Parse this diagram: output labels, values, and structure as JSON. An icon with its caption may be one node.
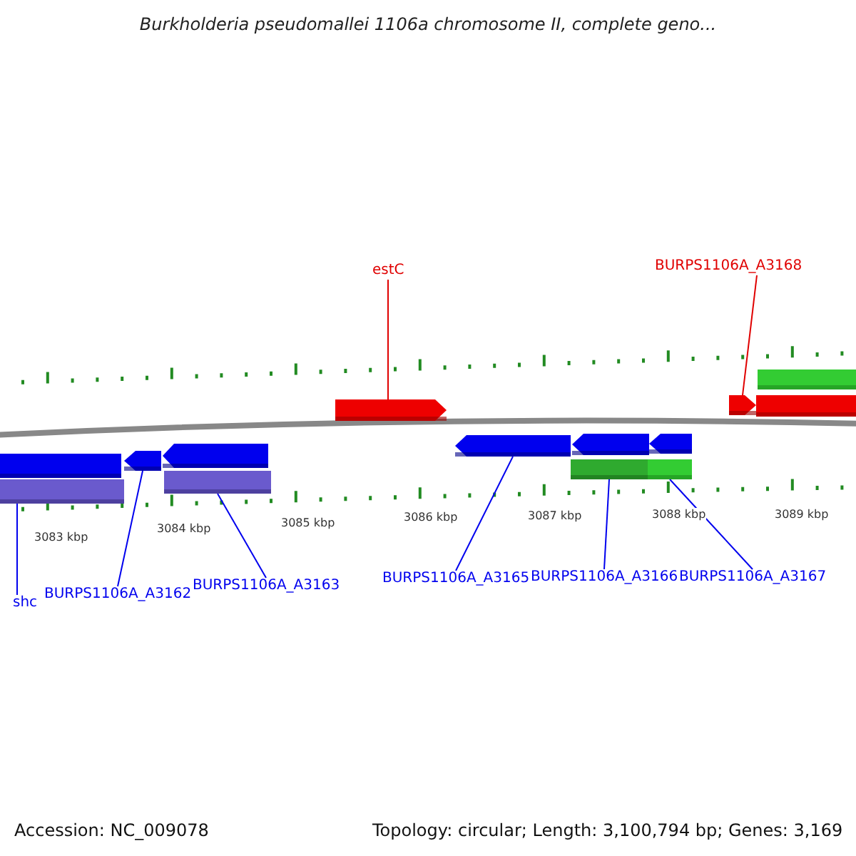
{
  "diagram": {
    "title": "Burkholderia pseudomallei 1106a chromosome II, complete geno...",
    "nodes": [
      {
        "text": [
          "estC"
        ]
      },
      {
        "text": [
          "BURPS1106A_A3168"
        ]
      },
      {
        "text": [],
        "shape": "bar"
      },
      {
        "text": [],
        "shape": "bar"
      },
      {
        "text": [],
        "shape": "bar"
      },
      {
        "text": [],
        "shape": "bar"
      },
      {
        "text": [],
        "shape": "bar"
      },
      {
        "text": [],
        "shape": "bar"
      },
      {
        "text": [],
        "shape": "bar"
      },
      {
        "text": [],
        "shape": "bar"
      },
      {
        "text": [],
        "shape": "bar"
      },
      {
        "text": [],
        "shape": "bar"
      },
      {
        "text": [],
        "shape": "bar"
      },
      {
        "text": [],
        "shape": "bar"
      },
      {
        "text": [],
        "shape": "bar"
      },
      {
        "text": [],
        "shape": "bar"
      },
      {
        "text": [
          "shc"
        ]
      },
      {
        "text": [
          "BURPS1106A_A3162"
        ]
      },
      {
        "text": [
          "BURPS1106A_A3163"
        ]
      },
      {
        "text": [
          "BURPS1106A_A3165"
        ]
      },
      {
        "text": [
          "BURPS1106A_A3166"
        ]
      },
      {
        "text": [
          "BURPS1106A_A3167"
        ]
      }
    ],
    "edges": [
      {
        "from": 0,
        "to": 3,
        "arrow": "none",
        "color": "#e00000"
      },
      {
        "from": 1,
        "to": 4,
        "arrow": "none",
        "color": "#e00000"
      },
      {
        "from": 16,
        "to": 12,
        "arrow": "none"
      },
      {
        "from": 17,
        "to": 7,
        "arrow": "none"
      },
      {
        "from": 18,
        "to": 13,
        "arrow": "none"
      },
      {
        "from": 19,
        "to": 9,
        "arrow": "none"
      },
      {
        "from": 20,
        "to": 14,
        "arrow": "none"
      },
      {
        "from": 21,
        "to": 15,
        "arrow": "none"
      }
    ],
    "labels": [
      "3083 kbp",
      "3084 kbp",
      "3085 kbp",
      "3086 kbp",
      "3087 kbp",
      "3088 kbp",
      "3089 kbp",
      "Accession: NC_009078",
      "Topology: circular; Length: 3,100,794 bp; Genes: 3,169"
    ]
  }
}
